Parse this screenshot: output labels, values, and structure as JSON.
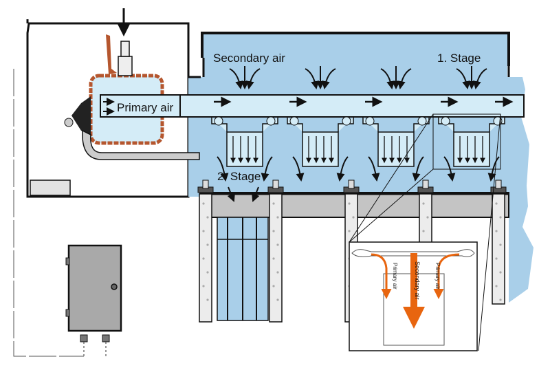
{
  "diagram": {
    "title": "Two-stage burner air distribution",
    "labels": {
      "secondary_air": "Secondary air",
      "stage_1": "1. Stage",
      "stage_2": "2. Stage",
      "primary_air": "Primary air"
    },
    "detail_inset": {
      "primary_air_left": "Primary air",
      "secondary_air": "Secondary air",
      "primary_air_right": "Primary air"
    },
    "colors": {
      "chamber_blue": "#a9cfe9",
      "duct_light_blue": "#d4ecf7",
      "burner_copper": "#b5562e",
      "flow_arrow_orange": "#e8650f",
      "steel_grey": "#c4c4c4",
      "cabinet_grey": "#a9a9a9",
      "concrete": "#ececec",
      "outline": "#111111"
    },
    "nozzle_groups": 4,
    "support_pillars": 5
  }
}
